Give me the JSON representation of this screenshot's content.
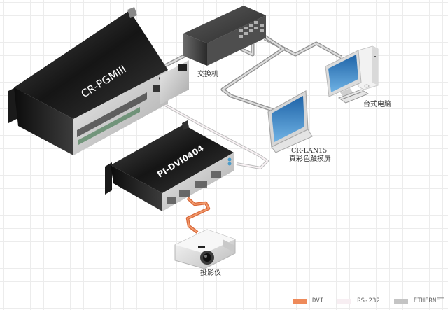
{
  "devices": {
    "pgm": {
      "name": "CR-PGMIII"
    },
    "pi": {
      "name": "PI-DVI0404"
    },
    "switch": {
      "label": "交换机"
    },
    "desktop": {
      "label": "台式电脑"
    },
    "touchscreen": {
      "label_line1": "CR-LAN15",
      "label_line2": "真彩色触摸屏"
    },
    "projector": {
      "label": "投影仪"
    }
  },
  "legend": {
    "items": [
      {
        "label": "DVI",
        "color": "#ee8a5a"
      },
      {
        "label": "RS-232",
        "color": "#f7eef2"
      },
      {
        "label": "ETHERNET",
        "color": "#c4c4c4"
      }
    ]
  },
  "connections": [
    {
      "from": "CR-PGMIII",
      "to": "交换机",
      "type": "ETHERNET"
    },
    {
      "from": "交换机",
      "to": "台式电脑",
      "type": "ETHERNET"
    },
    {
      "from": "交换机",
      "to": "CR-LAN15",
      "type": "ETHERNET"
    },
    {
      "from": "CR-PGMIII",
      "to": "PI-DVI0404",
      "type": "RS-232"
    },
    {
      "from": "PI-DVI0404",
      "to": "投影仪",
      "type": "DVI"
    }
  ],
  "colors": {
    "device_dark": "#2a2a2a",
    "device_face": "#d9d9d9",
    "screen_blue": "#3a86c4"
  }
}
